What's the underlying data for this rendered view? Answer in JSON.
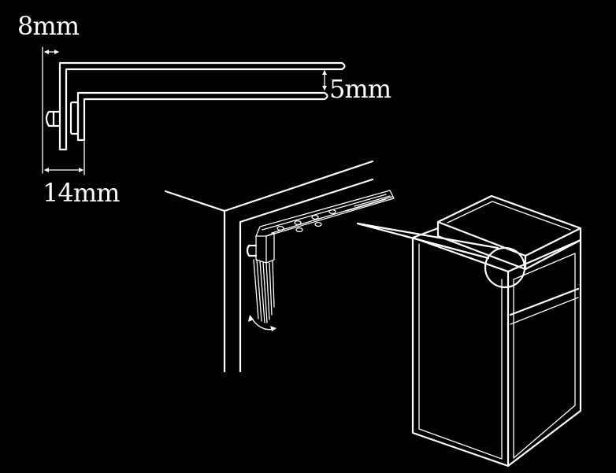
{
  "labels": {
    "width_top": "8mm",
    "gap_right": "5mm",
    "width_bottom": "14mm"
  },
  "colors": {
    "background": "#000000",
    "line": "#ffffff"
  }
}
